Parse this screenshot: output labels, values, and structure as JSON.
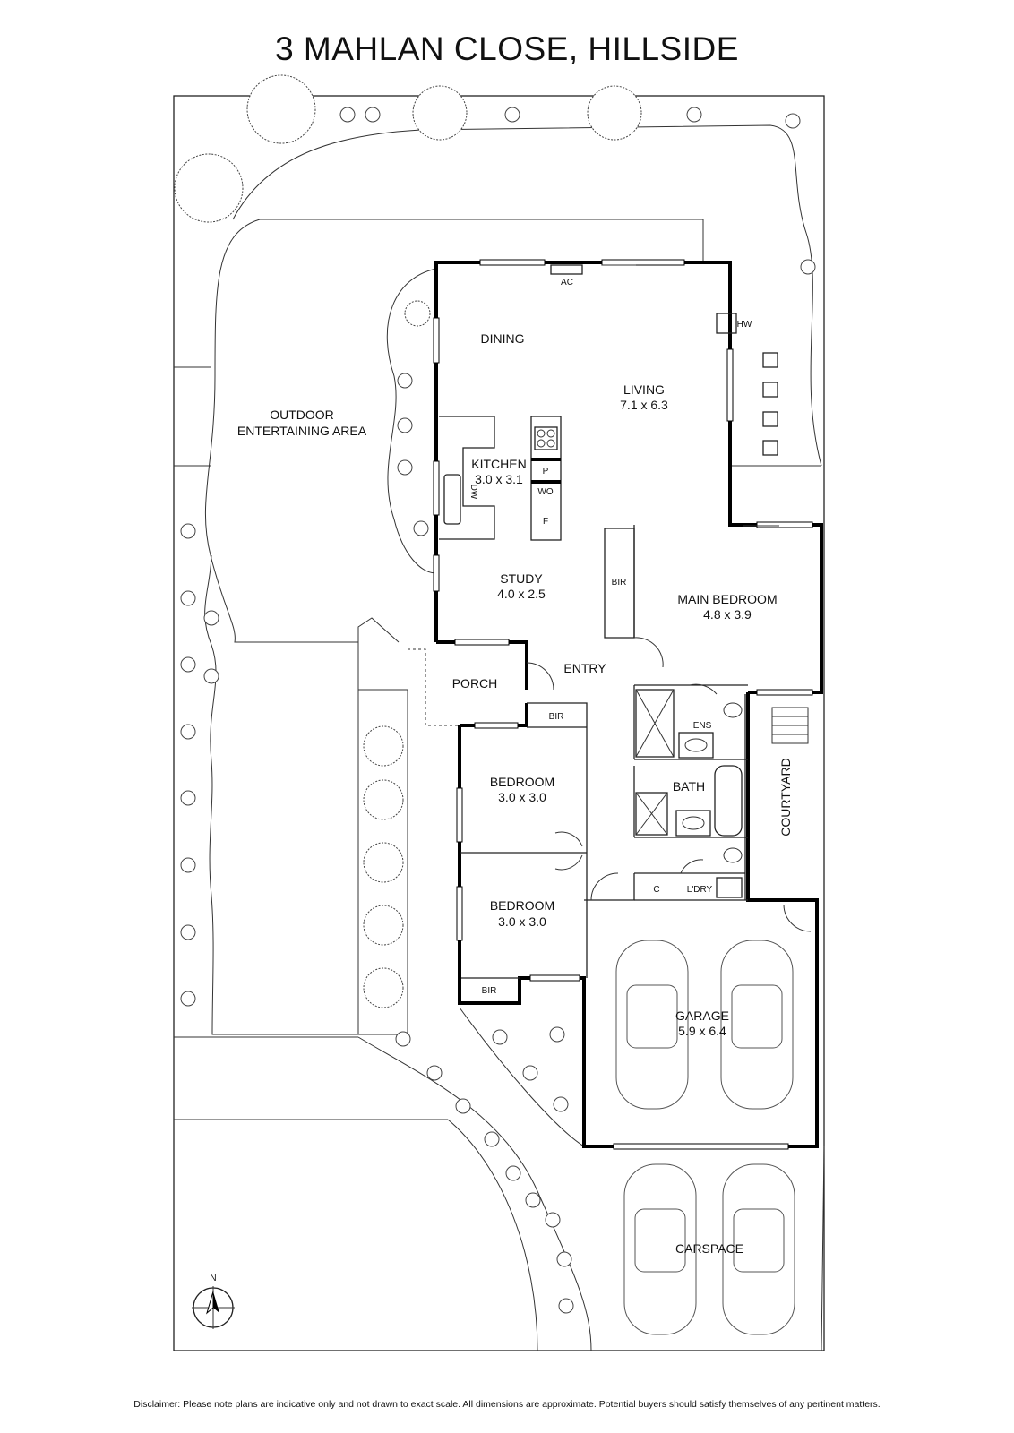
{
  "title": "3 MAHLAN CLOSE, HILLSIDE",
  "rooms": {
    "dining": {
      "name": "DINING"
    },
    "living": {
      "name": "LIVING",
      "dims": "7.1 x 6.3"
    },
    "outdoor": {
      "name": "OUTDOOR",
      "name2": "ENTERTAINING AREA"
    },
    "kitchen": {
      "name": "KITCHEN",
      "dims": "3.0 x 3.1"
    },
    "study": {
      "name": "STUDY",
      "dims": "4.0 x 2.5"
    },
    "main_bedroom": {
      "name": "MAIN BEDROOM",
      "dims": "4.8 x 3.9"
    },
    "entry": {
      "name": "ENTRY"
    },
    "porch": {
      "name": "PORCH"
    },
    "ens": {
      "name": "ENS"
    },
    "bath": {
      "name": "BATH"
    },
    "courtyard": {
      "name": "COURTYARD"
    },
    "bedroom1": {
      "name": "BEDROOM",
      "dims": "3.0 x 3.0"
    },
    "bedroom2": {
      "name": "BEDROOM",
      "dims": "3.0 x 3.0"
    },
    "laundry": {
      "name": "L'DRY"
    },
    "garage": {
      "name": "GARAGE",
      "dims": "5.9 x 6.4"
    },
    "carspace": {
      "name": "CARSPACE"
    }
  },
  "fixtures": {
    "ac": "AC",
    "hw": "HW",
    "dw": "DW",
    "pantry": "P",
    "wall_oven": "WO",
    "fridge": "F",
    "bir_main": "BIR",
    "bir_bed1": "BIR",
    "bir_bed2": "BIR",
    "cupboard": "C"
  },
  "compass": {
    "label": "N"
  },
  "disclaimer": "Disclaimer: Please note plans are indicative only and not drawn to exact scale. All dimensions are approximate. Potential buyers should satisfy themselves of any pertinent matters."
}
